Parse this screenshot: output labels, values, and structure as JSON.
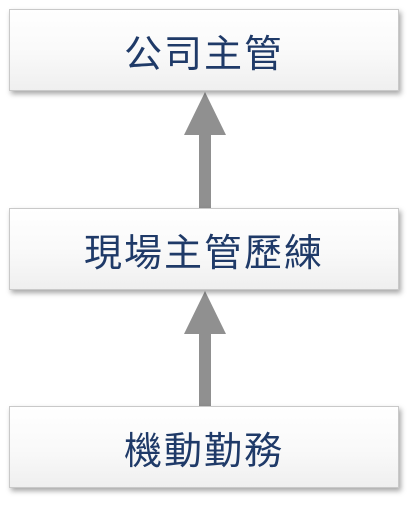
{
  "diagram": {
    "nodes": [
      {
        "id": "top",
        "label": "公司主管"
      },
      {
        "id": "middle",
        "label": "現場主管歷練"
      },
      {
        "id": "bottom",
        "label": "機動勤務"
      }
    ],
    "edges": [
      {
        "from": "bottom",
        "to": "middle"
      },
      {
        "from": "middle",
        "to": "top"
      }
    ],
    "colors": {
      "text": "#1f3a68",
      "arrow": "#909090",
      "box_border": "#c9c9c9"
    }
  }
}
